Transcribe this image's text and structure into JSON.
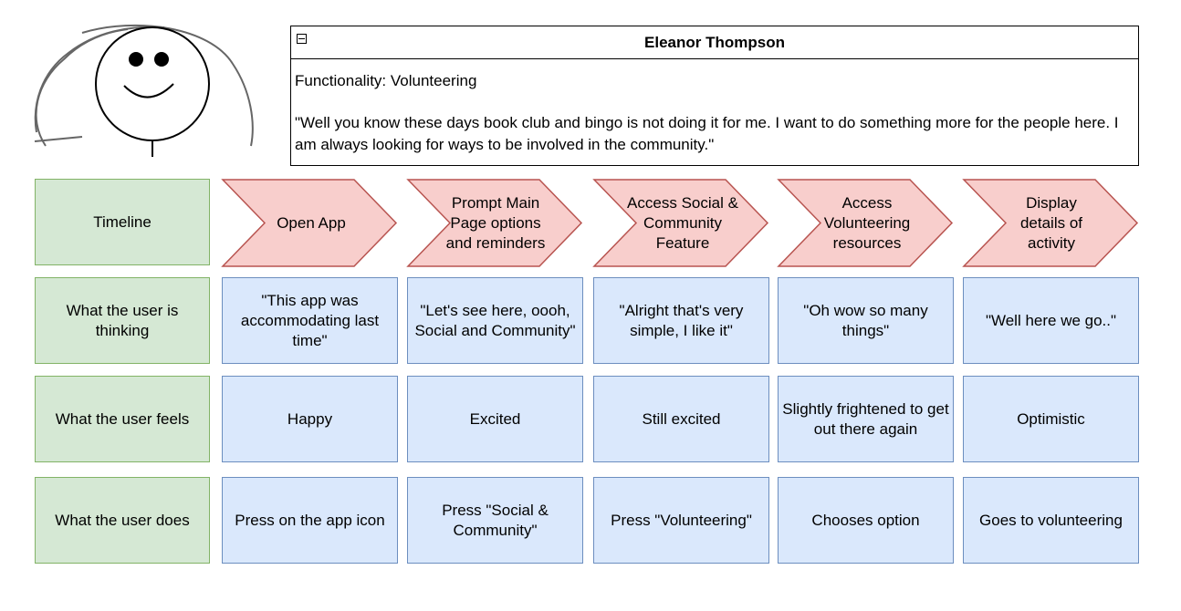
{
  "persona": {
    "name": "Eleanor Thompson",
    "functionality": "Functionality: Volunteering",
    "quote": "\"Well you know these days book club and bingo is not doing it for me. I want to do something more for the people here. I am always looking for ways to be involved in the community.\""
  },
  "rows": {
    "timeline": "Timeline",
    "thinking": "What the user is thinking",
    "feels": "What the user feels",
    "does": "What the user does"
  },
  "steps": [
    {
      "timeline": "Open App",
      "thinking": "\"This app was accommodating last time\"",
      "feels": "Happy",
      "does": "Press on the app icon"
    },
    {
      "timeline": "Prompt Main Page options and reminders",
      "thinking": "\"Let's see here, oooh, Social and Community\"",
      "feels": "Excited",
      "does": "Press \"Social & Community\""
    },
    {
      "timeline": "Access Social & Community Feature",
      "thinking": "\"Alright that's very simple, I like it\"",
      "feels": "Still excited",
      "does": "Press \"Volunteering\""
    },
    {
      "timeline": "Access Volunteering resources",
      "thinking": "\"Oh wow so many things\"",
      "feels": "Slightly frightened to get out there again",
      "does": "Chooses option"
    },
    {
      "timeline": "Display details of activity",
      "thinking": "\"Well here we go..\"",
      "feels": "Optimistic",
      "does": "Goes to volunteering"
    }
  ],
  "colors": {
    "label_fill": "#d5e8d4",
    "label_stroke": "#82b366",
    "cell_fill": "#dae8fc",
    "cell_stroke": "#6c8ebf",
    "chevron_fill": "#f8cecc",
    "chevron_stroke": "#b85450"
  }
}
